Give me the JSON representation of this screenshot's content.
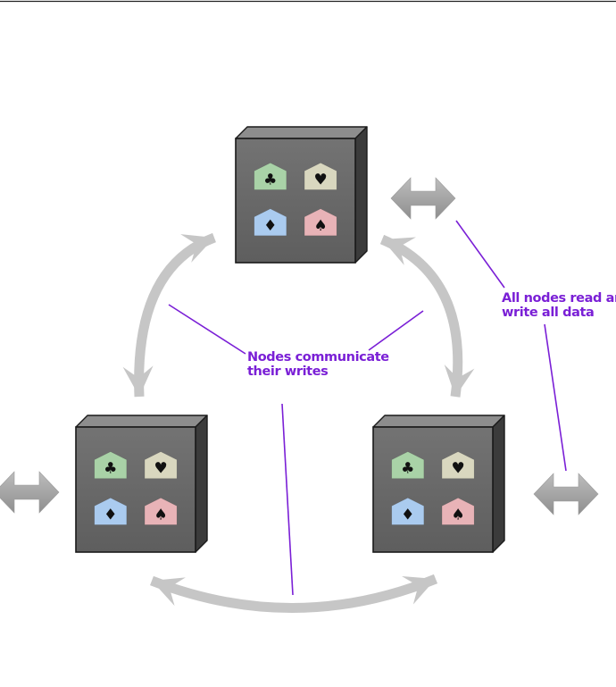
{
  "colors": {
    "background": "#ffffff",
    "top_rule": "#222222",
    "box_front": "#6a6a6a",
    "box_top": "#8d8d8d",
    "box_side": "#3b3b3b",
    "box_outline": "#1a1a1a",
    "cycle_arrow": "#c6c6c6",
    "io_arrow": "#a9a9a9",
    "annotation": "#7a1fd6"
  },
  "partitions": [
    {
      "suit": "club",
      "symbol": "♣",
      "color": "#a9d2a7"
    },
    {
      "suit": "heart",
      "symbol": "♥",
      "color": "#d9d7bf"
    },
    {
      "suit": "diamond",
      "symbol": "♦",
      "color": "#aacbef"
    },
    {
      "suit": "spade",
      "symbol": "♠",
      "color": "#e8b3b7"
    }
  ],
  "nodes": [
    {
      "id": "node-top"
    },
    {
      "id": "node-left"
    },
    {
      "id": "node-right"
    }
  ],
  "annotations": {
    "communicate": {
      "lines": [
        "Nodes communicate",
        "their writes"
      ]
    },
    "read_write": {
      "lines": [
        "All nodes read and",
        "write all data"
      ]
    }
  }
}
